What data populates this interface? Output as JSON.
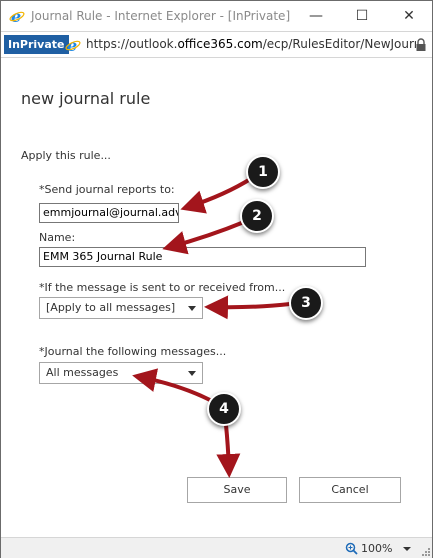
{
  "window": {
    "title": "Journal Rule - Internet Explorer - [InPrivate]",
    "minimize_glyph": "—",
    "maximize_glyph": "☐",
    "close_glyph": "✕"
  },
  "address_bar": {
    "inprivate_label": "InPrivate",
    "url_prefix": "https://outlook.",
    "url_domain": "office365.com",
    "url_suffix": "/ecp/RulesEditor/NewJournalRu"
  },
  "form": {
    "title": "new journal rule",
    "subtitle": "Apply this rule...",
    "send_reports_label": "*Send journal reports to:",
    "send_reports_value": "emmjournal@journal.adv",
    "name_label": "Name:",
    "name_value": "EMM 365 Journal Rule",
    "condition_label": "*If the message is sent to or received from...",
    "condition_value": "[Apply to all messages]",
    "journal_label": "*Journal the following messages...",
    "journal_value": "All messages",
    "save_label": "Save",
    "cancel_label": "Cancel"
  },
  "status_bar": {
    "zoom": "100%"
  },
  "annotations": [
    {
      "label": "1"
    },
    {
      "label": "2"
    },
    {
      "label": "3"
    },
    {
      "label": "4"
    }
  ],
  "colors": {
    "inprivate_bg": "#1f5fa3",
    "arrow": "#a3151c",
    "ie_blue": "#1e88e5"
  }
}
